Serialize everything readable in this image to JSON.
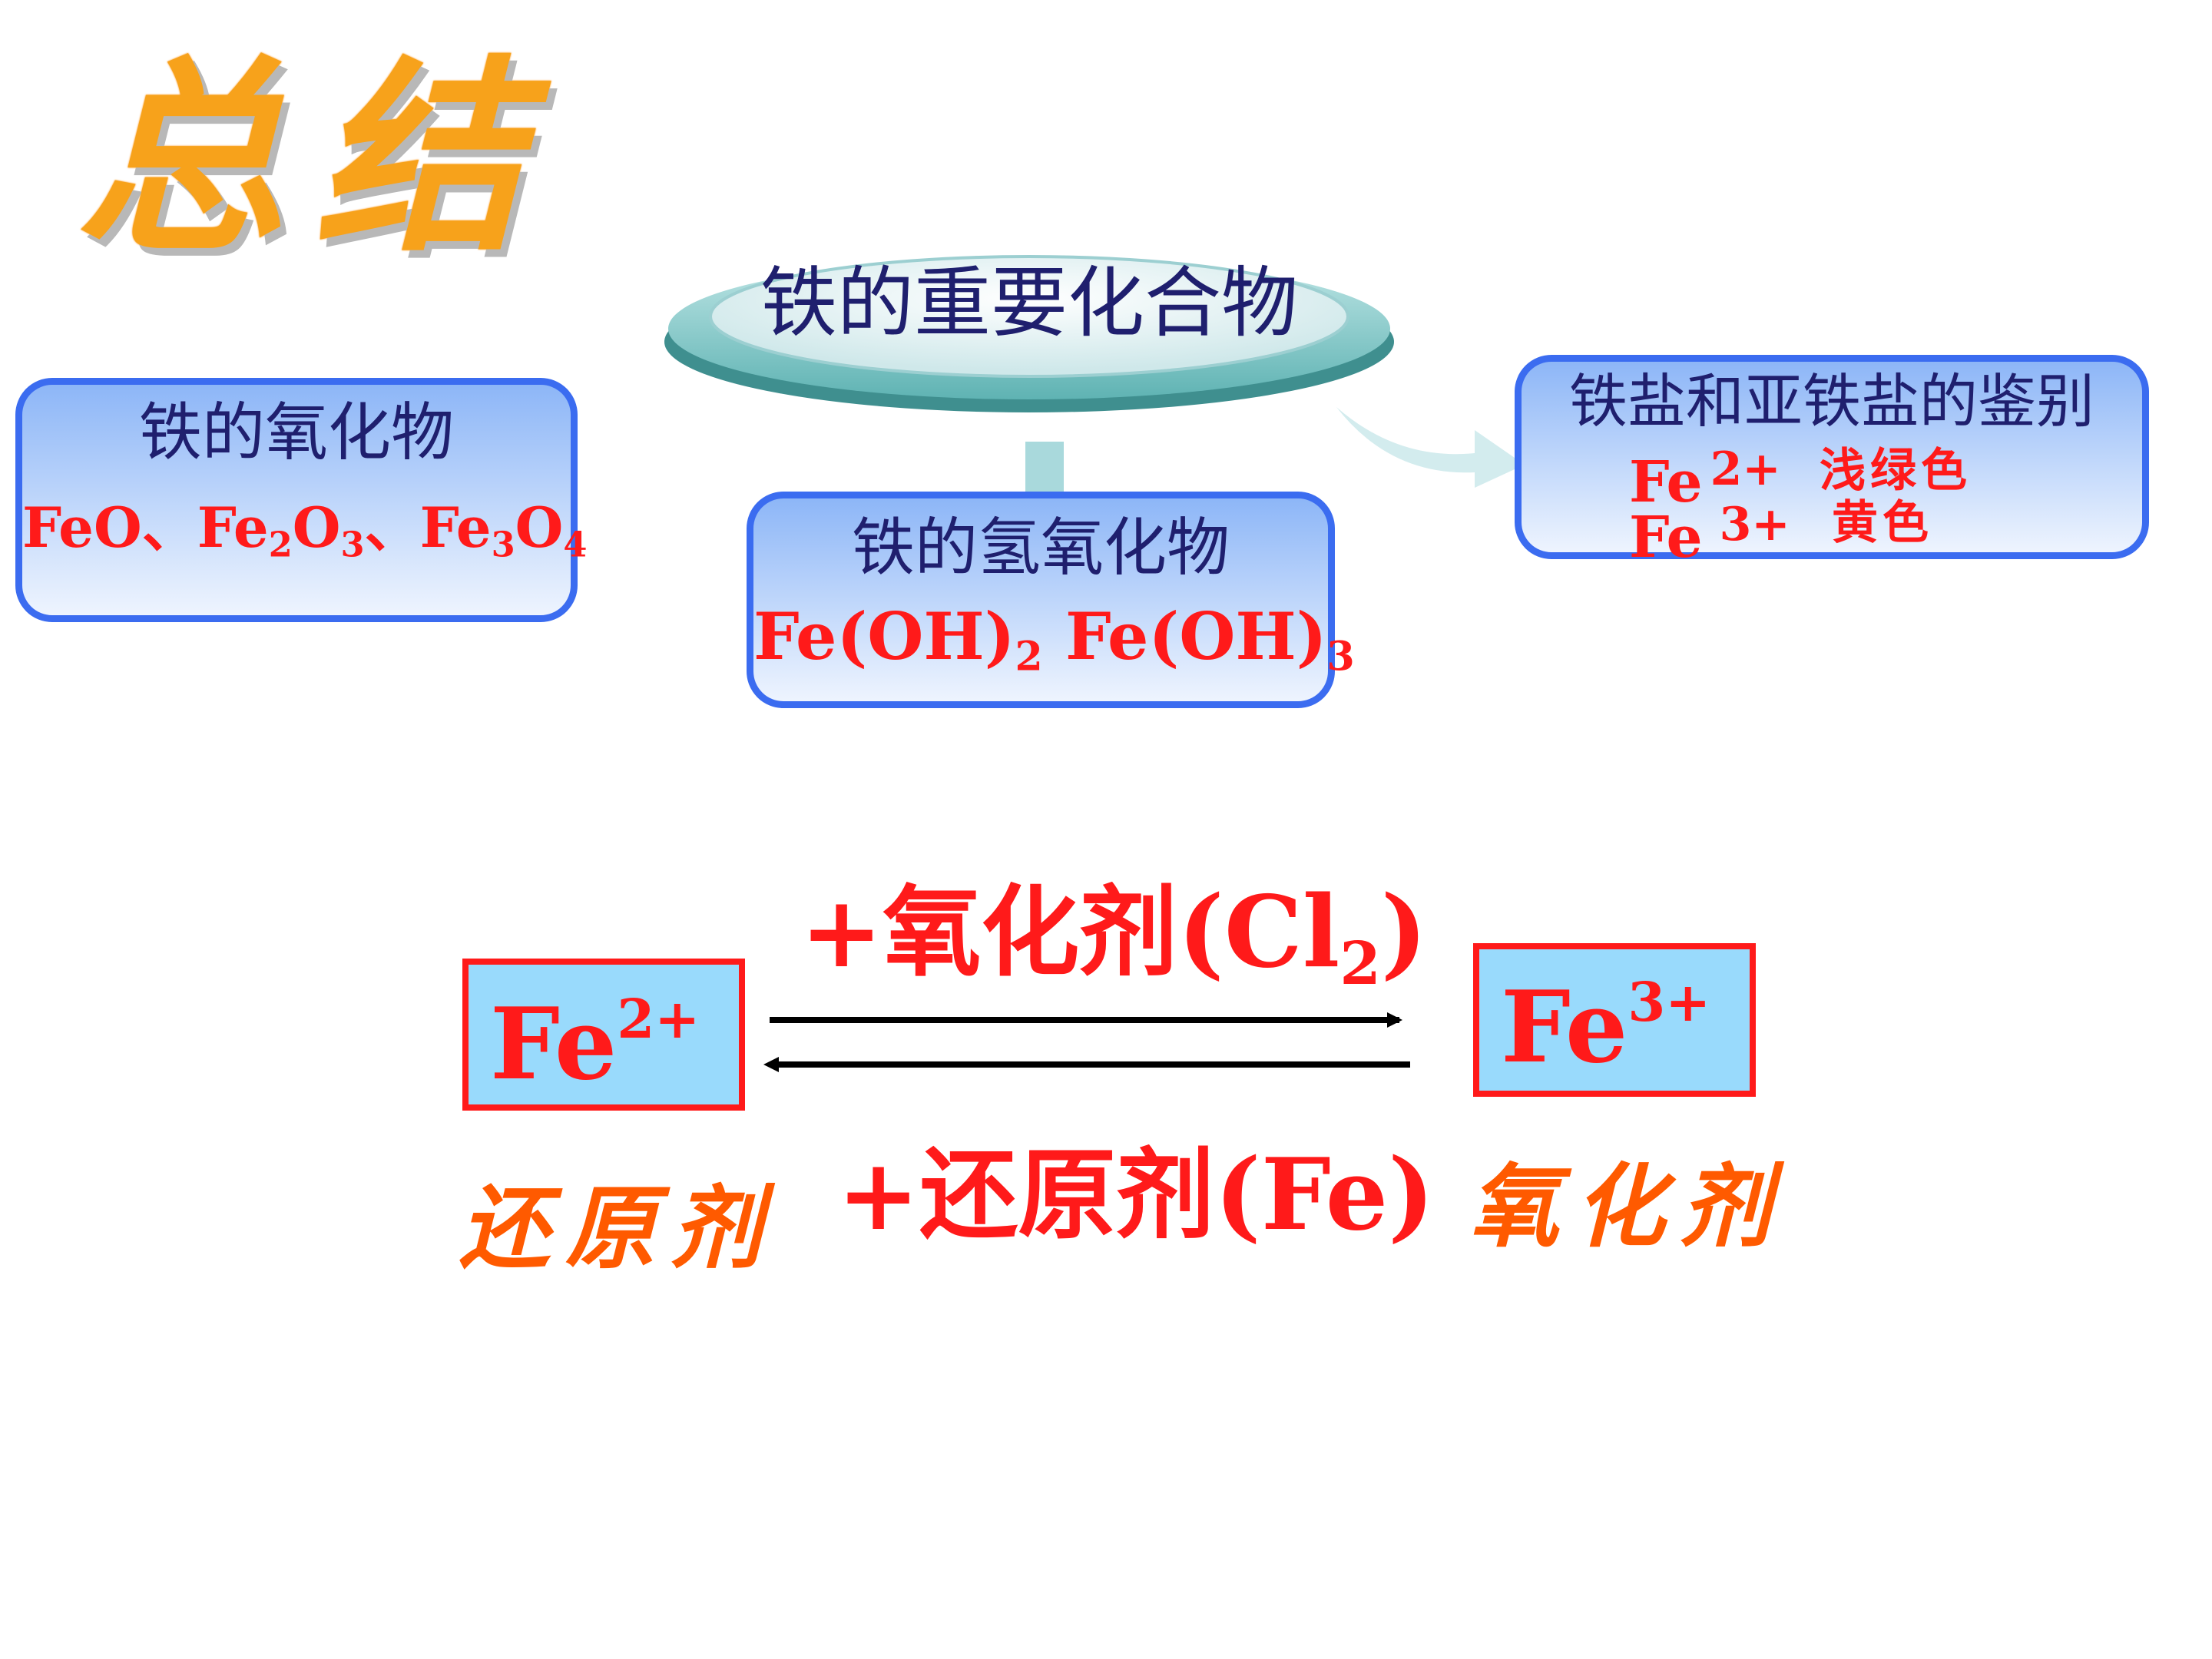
{
  "title": "总结",
  "center_node": "铁的重要化合物",
  "oxides": {
    "title": "铁的氧化物",
    "f1": "FeO",
    "sep1": "、",
    "f2a": "Fe",
    "f2b": "2",
    "f2c": "O",
    "f2d": "3",
    "sep2": "、",
    "f3a": "Fe",
    "f3b": "3",
    "f3c": "O",
    "f3d": "4"
  },
  "hydroxides": {
    "title": "铁的氢氧化物",
    "h1a": "Fe(OH)",
    "h1b": "2",
    "h2a": "Fe(OH)",
    "h2b": "3"
  },
  "identification": {
    "title": "铁盐和亚铁盐的鉴别",
    "rows": [
      {
        "element": "Fe",
        "charge": "2+",
        "color": "浅绿色"
      },
      {
        "element": "Fe",
        "charge": "3+",
        "color": "黄色"
      }
    ]
  },
  "reaction": {
    "left_ion": {
      "element": "Fe",
      "charge": "2+"
    },
    "right_ion": {
      "element": "Fe",
      "charge": "3+"
    },
    "forward_a": "+氧化剂(Cl",
    "forward_b": "2",
    "forward_c": ")",
    "reverse": "+还原剂(Fe)",
    "left_role": "还原剂",
    "right_role": "氧化剂"
  },
  "colors": {
    "box_border": "#3b6cf0",
    "formula_red": "#ff1a1a",
    "title_orange": "#f7a21b",
    "agent_orange": "#ff5a00",
    "ion_box_fill": "#99dafc"
  }
}
